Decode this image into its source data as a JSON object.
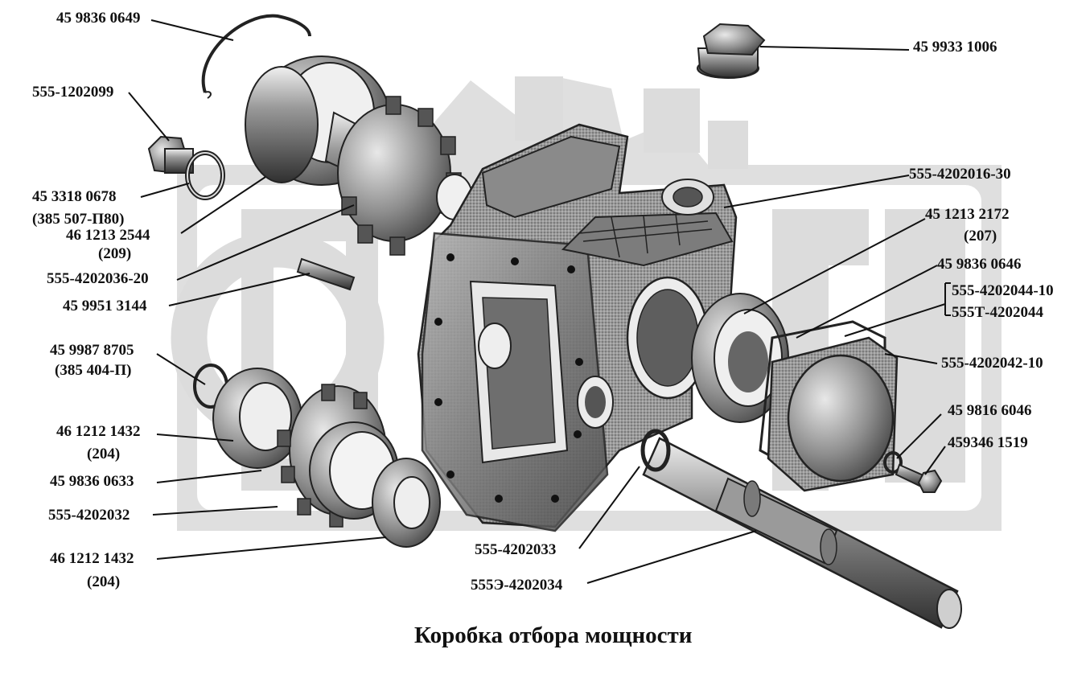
{
  "title": "Коробка отбора мощности",
  "parts": {
    "p01": "45 9836 0649",
    "p02": "555-1202099",
    "p03": "45 3318 0678",
    "p03b": "(385 507-П80)",
    "p04": "46 1213 2544",
    "p04b": "(209)",
    "p05": "555-4202036-20",
    "p06": "45 9951 3144",
    "p07": "45 9987 8705",
    "p07b": "(385 404-П)",
    "p08": "46 1212 1432",
    "p08b": "(204)",
    "p09": "45 9836 0633",
    "p10": "555-4202032",
    "p11": "46 1212 1432",
    "p11b": "(204)",
    "p12": "45 9933 1006",
    "p13": "555-4202016-30",
    "p14": "45 1213 2172",
    "p14b": "(207)",
    "p15": "45 9836 0646",
    "p16": "555-4202044-10",
    "p16b": "555Т-4202044",
    "p17": "555-4202042-10",
    "p18": "45 9816 6046",
    "p19": "459346 1519",
    "p20": "555-4202033",
    "p21": "555Э-4202034"
  },
  "colors": {
    "watermark": "#dcdcdc",
    "metal_dark": "#4a4a4a",
    "metal_mid": "#8a8a8a",
    "metal_light": "#c8c8c8"
  }
}
